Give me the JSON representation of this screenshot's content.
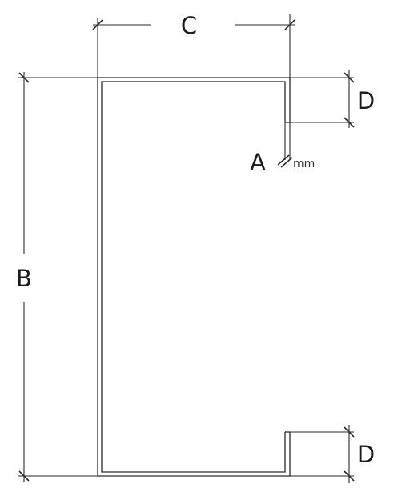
{
  "labels": {
    "width": "C",
    "height": "B",
    "lip_top": "D",
    "lip_bottom": "D",
    "thickness": "A",
    "thickness_unit": "mm"
  },
  "colors": {
    "line": "#2a2a2a",
    "profile_fill": "#ffffff",
    "background": "#ffffff"
  }
}
